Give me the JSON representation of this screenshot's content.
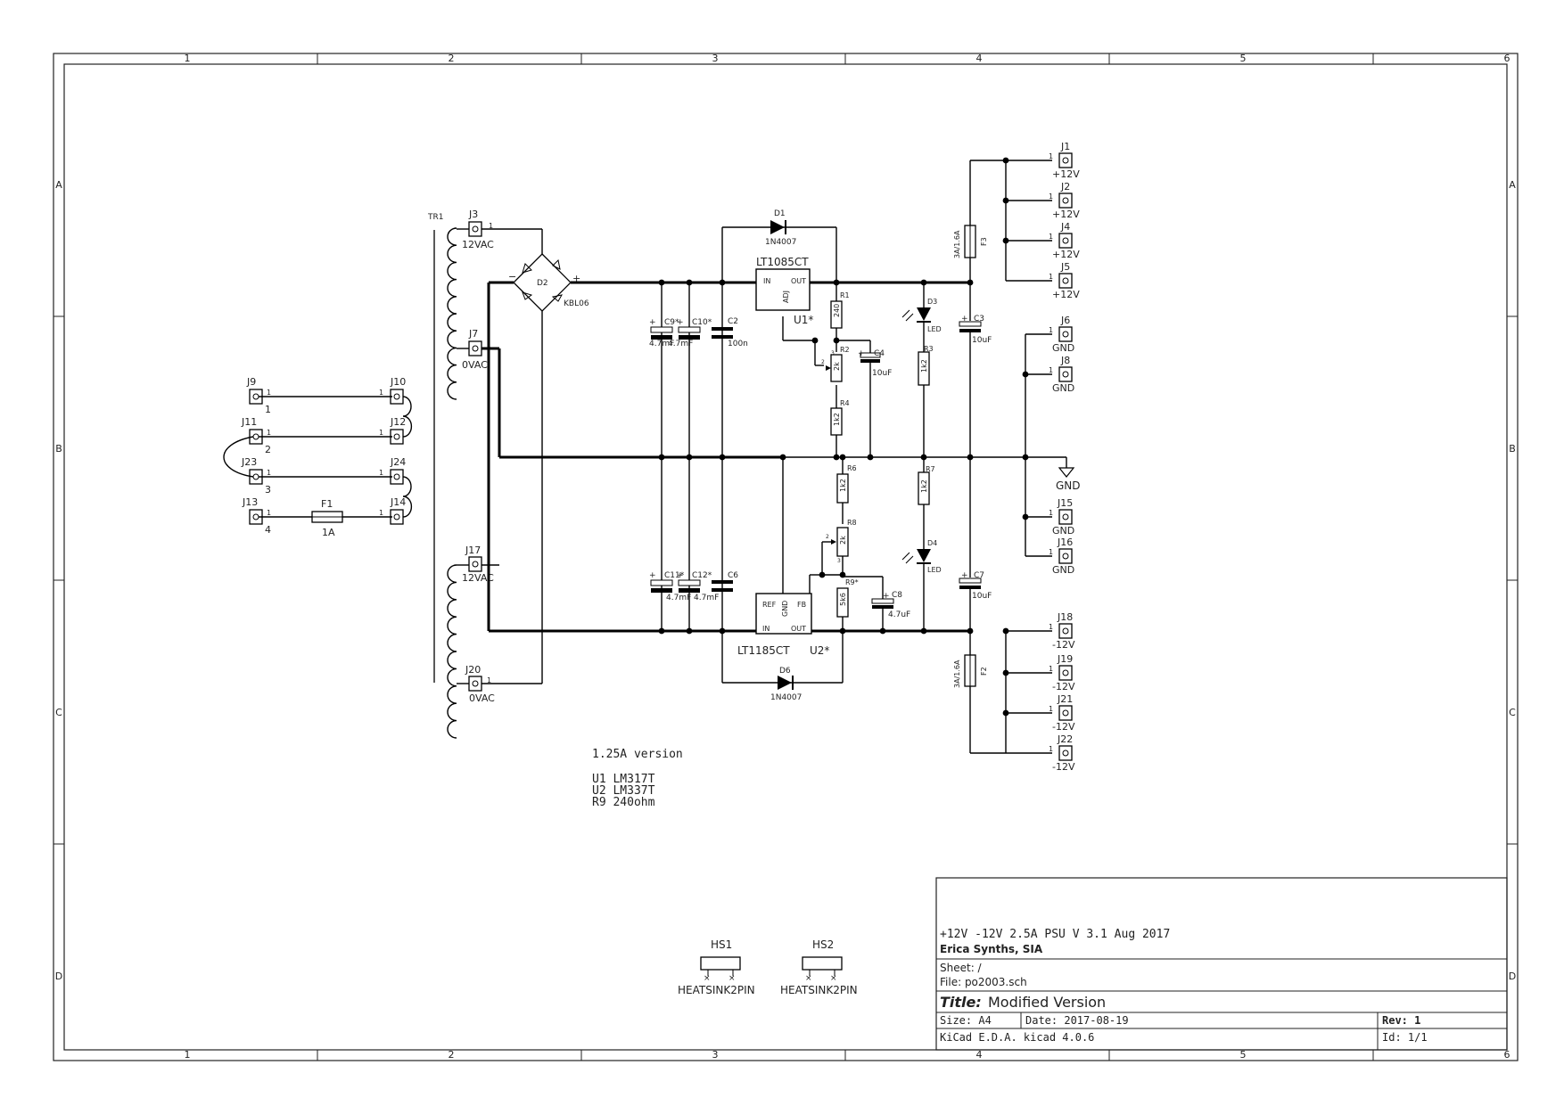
{
  "frame": {
    "col_labels": [
      "1",
      "2",
      "3",
      "4",
      "5",
      "6"
    ],
    "row_labels": [
      "A",
      "B",
      "C",
      "D"
    ]
  },
  "components": {
    "tr1": "TR1",
    "j3": {
      "ref": "J3",
      "value": "12VAC"
    },
    "j7": {
      "ref": "J7",
      "value": "0VAC"
    },
    "j17": {
      "ref": "J17",
      "value": "12VAC"
    },
    "j20": {
      "ref": "J20",
      "value": "0VAC"
    },
    "d2": {
      "ref": "D2",
      "value": "KBL06"
    },
    "j9": {
      "ref": "J9",
      "value": "1"
    },
    "j11": {
      "ref": "J11",
      "value": "2"
    },
    "j23": {
      "ref": "J23",
      "value": "3"
    },
    "j13": {
      "ref": "J13",
      "value": "4"
    },
    "j10": "J10",
    "j12": "J12",
    "j24": "J24",
    "j14": "J14",
    "f1": {
      "ref": "F1",
      "value": "1A"
    },
    "c9": {
      "ref": "C9*",
      "value": "4.7mF"
    },
    "c10": {
      "ref": "C10*",
      "value": "4.7mF"
    },
    "c2": {
      "ref": "C2",
      "value": "100n"
    },
    "c11": {
      "ref": "C11*",
      "value": "4.7mF"
    },
    "c12": {
      "ref": "C12*",
      "value": "4.7mF"
    },
    "c6": {
      "ref": "C6",
      "value": ""
    },
    "d1": {
      "ref": "D1",
      "value": "1N4007"
    },
    "d6": {
      "ref": "D6",
      "value": "1N4007"
    },
    "u1": {
      "ref": "U1*",
      "value": "LT1085CT",
      "pin_in": "IN",
      "pin_out": "OUT",
      "pin_adj": "ADJ"
    },
    "u2": {
      "ref": "U2*",
      "value": "LT1185CT",
      "pin_in": "IN",
      "pin_out": "OUT",
      "pin_ref": "REF",
      "pin_fb": "FB",
      "pin_gnd": "GND"
    },
    "r1": {
      "ref": "R1",
      "value": "240"
    },
    "r2": {
      "ref": "R2",
      "value": "2k"
    },
    "r4": {
      "ref": "R4",
      "value": "1k2"
    },
    "r6": {
      "ref": "R6",
      "value": "1k2"
    },
    "r8": {
      "ref": "R8",
      "value": "2k"
    },
    "r9": {
      "ref": "R9*",
      "value": "5k6"
    },
    "r3": {
      "ref": "R3",
      "value": "1k2"
    },
    "r7": {
      "ref": "R7",
      "value": "1k2"
    },
    "c4": {
      "ref": "C4",
      "value": "10uF"
    },
    "c8": {
      "ref": "C8",
      "value": "4.7uF"
    },
    "d3": {
      "ref": "D3",
      "value": "LED"
    },
    "d4": {
      "ref": "D4",
      "value": "LED"
    },
    "c3": {
      "ref": "C3",
      "value": "10uF"
    },
    "c7": {
      "ref": "C7",
      "value": "10uF"
    },
    "f3": {
      "ref": "F3",
      "value": "3A/1.6A"
    },
    "f2": {
      "ref": "F2",
      "value": "3A/1.6A"
    },
    "gnd_symbol": "GND",
    "pin_one": "1",
    "pin_two": "2",
    "pin_three": "3",
    "out_pos": [
      {
        "ref": "J1",
        "value": "+12V"
      },
      {
        "ref": "J2",
        "value": "+12V"
      },
      {
        "ref": "J4",
        "value": "+12V"
      },
      {
        "ref": "J5",
        "value": "+12V"
      }
    ],
    "out_gnd": [
      {
        "ref": "J6",
        "value": "GND"
      },
      {
        "ref": "J8",
        "value": "GND"
      },
      {
        "ref": "J15",
        "value": "GND"
      },
      {
        "ref": "J16",
        "value": "GND"
      }
    ],
    "out_neg": [
      {
        "ref": "J18",
        "value": "-12V"
      },
      {
        "ref": "J19",
        "value": "-12V"
      },
      {
        "ref": "J21",
        "value": "-12V"
      },
      {
        "ref": "J22",
        "value": "-12V"
      }
    ],
    "hs1": {
      "ref": "HS1",
      "value": "HEATSINK2PIN"
    },
    "hs2": {
      "ref": "HS2",
      "value": "HEATSINK2PIN"
    }
  },
  "notes": {
    "line1": "1.25A version",
    "line2": "U1 LM317T",
    "line3": "U2 LM337T",
    "line4": "R9 240ohm"
  },
  "title_block": {
    "comment": "+12V -12V 2.5A PSU V 3.1 Aug 2017",
    "company": "Erica Synths, SIA",
    "sheet": "Sheet: /",
    "file": "File: po2003.sch",
    "title_label": "Title:",
    "title": "Modified Version",
    "size": "Size: A4",
    "date": "Date: 2017-08-19",
    "rev": "Rev: 1",
    "tool": "KiCad E.D.A.  kicad 4.0.6",
    "id": "Id: 1/1"
  }
}
